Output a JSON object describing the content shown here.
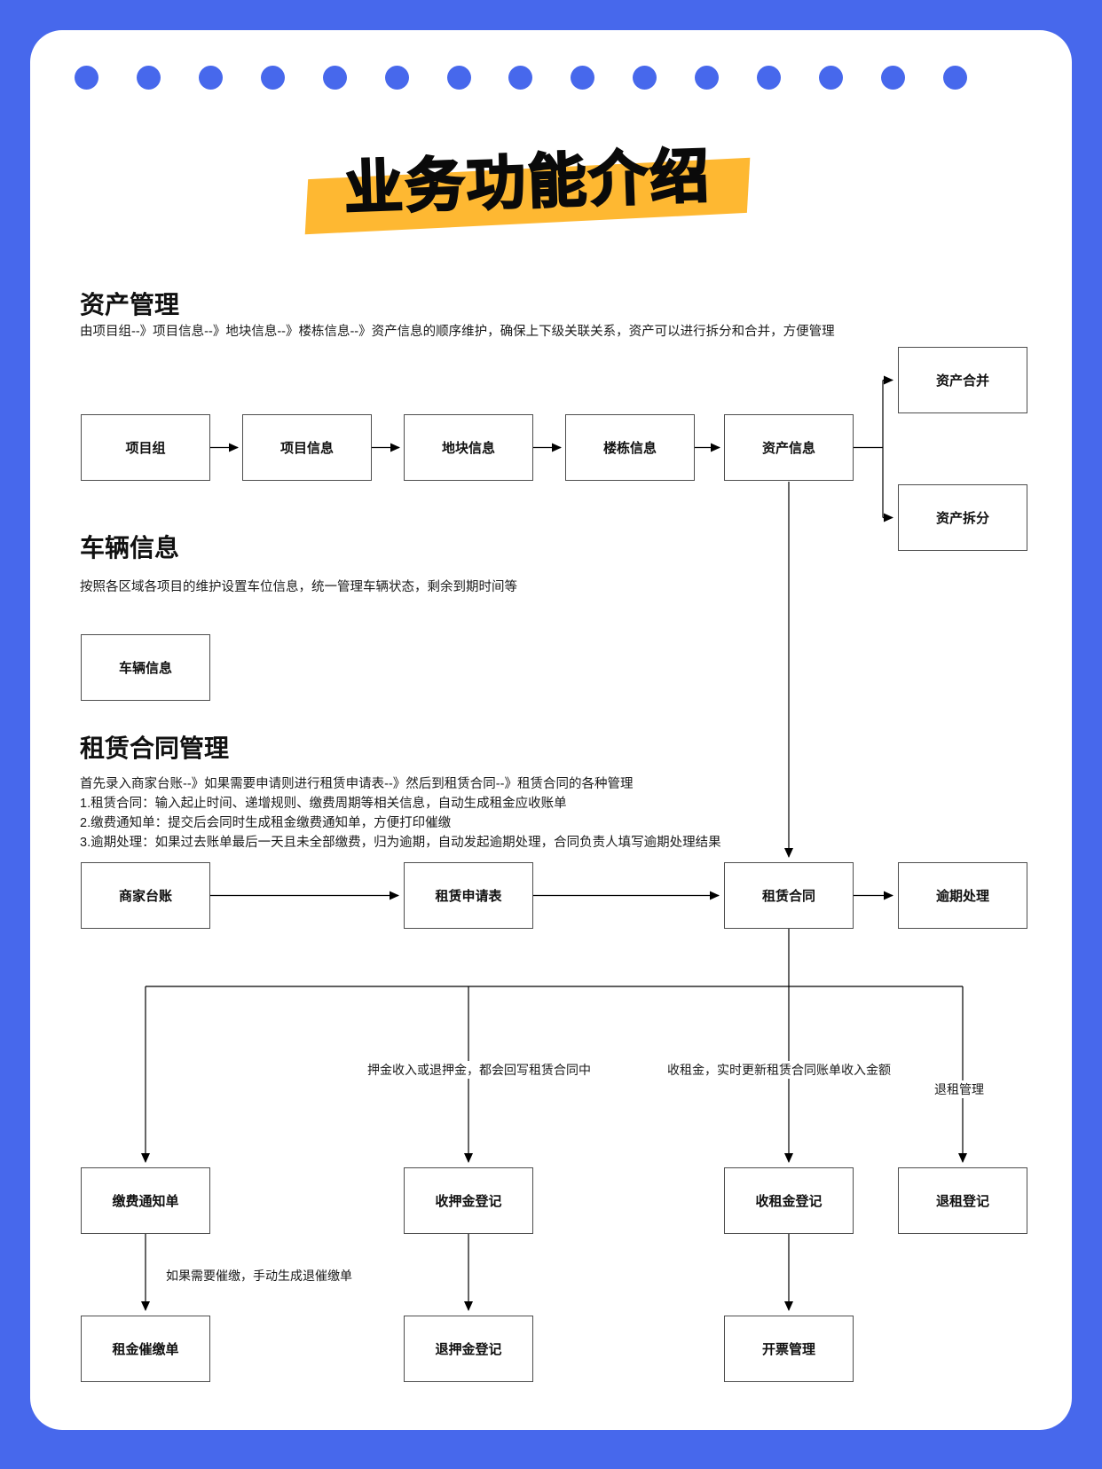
{
  "title": "业务功能介绍",
  "sections": [
    {
      "heading": "资产管理",
      "description": "由项目组--》项目信息--》地块信息--》楼栋信息--》资产信息的顺序维护，确保上下级关联关系，资产可以进行拆分和合并，方便管理"
    },
    {
      "heading": "车辆信息",
      "description": "按照各区域各项目的维护设置车位信息，统一管理车辆状态，剩余到期时间等"
    },
    {
      "heading": "租赁合同管理",
      "description": "首先录入商家台账--》如果需要申请则进行租赁申请表--》然后到租赁合同--》租赁合同的各种管理",
      "notes": [
        "1.租赁合同：输入起止时间、递增规则、缴费周期等相关信息，自动生成租金应收账单",
        "2.缴费通知单：提交后会同时生成租金缴费通知单，方便打印催缴",
        "3.逾期处理：如果过去账单最后一天且未全部缴费，归为逾期，自动发起逾期处理，合同负责人填写逾期处理结果"
      ]
    }
  ],
  "assets_flow": {
    "project_group": "项目组",
    "project_info": "项目信息",
    "land_info": "地块信息",
    "building_info": "楼栋信息",
    "asset_info": "资产信息",
    "asset_merge": "资产合并",
    "asset_split": "资产拆分"
  },
  "vehicle_flow": {
    "vehicle_info": "车辆信息"
  },
  "lease_flow": {
    "merchant_ledger": "商家台账",
    "lease_application": "租赁申请表",
    "lease_contract": "租赁合同",
    "overdue_handling": "逾期处理",
    "payment_notice": "缴费通知单",
    "deposit_receipt": "收押金登记",
    "rent_receipt": "收租金登记",
    "lease_termination": "退租登记",
    "rent_reminder": "租金催缴单",
    "deposit_refund": "退押金登记",
    "invoice_management": "开票管理"
  },
  "edge_labels": {
    "deposit_writeback": "押金收入或退押金，都会回写租赁合同中",
    "rent_update": "收租金，实时更新租赁合同账单收入金额",
    "termination": "退租管理",
    "reminder": "如果需要催缴，手动生成退催缴单"
  },
  "colors": {
    "frame_blue": "#4768EC",
    "highlight_yellow": "#FEB832",
    "box_border": "#4D4D4D",
    "line_black": "#000000"
  }
}
